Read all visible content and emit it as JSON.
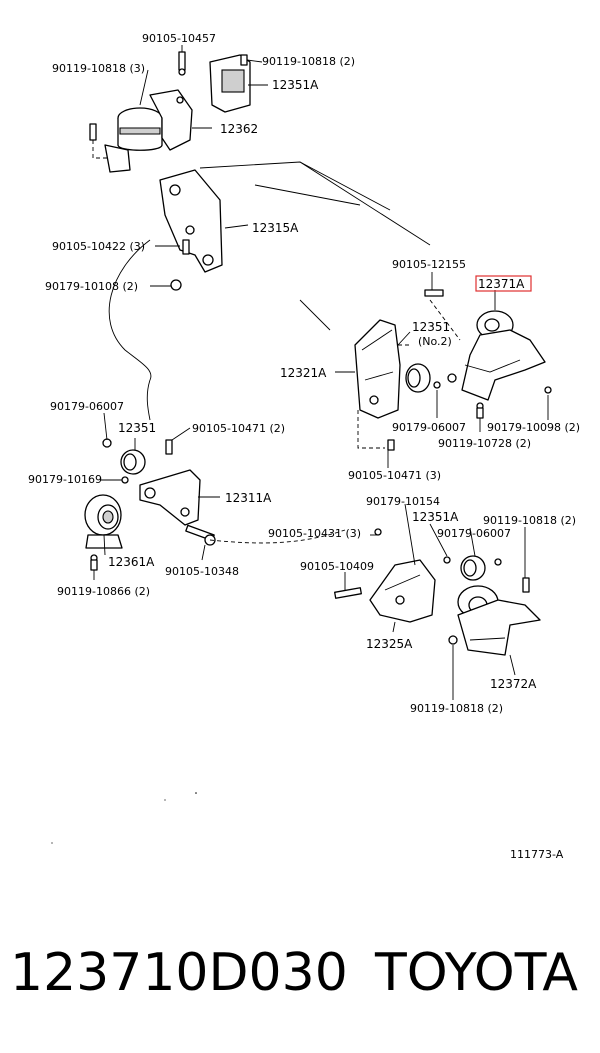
{
  "diagram": {
    "labels": {
      "l_90105_10457": "90105-10457",
      "l_90119_10818_a": "90119-10818 (3)",
      "l_90119_10818_b": "90119-10818 (2)",
      "l_12351A_top": "12351A",
      "l_12362": "12362",
      "l_12315A": "12315A",
      "l_90105_10422": "90105-10422 (3)",
      "l_90179_10108": "90179-10108 (2)",
      "l_90105_12155": "90105-12155",
      "l_12371A": "12371A",
      "l_12351_no2": "12351",
      "l_no2": "(No.2)",
      "l_12321A": "12321A",
      "l_90179_06007_r": "90179-06007",
      "l_90179_10098": "90179-10098 (2)",
      "l_90119_10728": "90119-10728 (2)",
      "l_90179_06007_l": "90179-06007",
      "l_12351_left": "12351",
      "l_90105_10471_a": "90105-10471 (2)",
      "l_90105_10471_b": "90105-10471 (3)",
      "l_90179_10169": "90179-10169",
      "l_12311A": "12311A",
      "l_90179_10154": "90179-10154",
      "l_12351A_low": "12351A",
      "l_90119_10818_c": "90119-10818 (2)",
      "l_90179_06007_b": "90179-06007",
      "l_90105_10431": "90105-10431 (3)",
      "l_12361A": "12361A",
      "l_90105_10348": "90105-10348",
      "l_90105_10409": "90105-10409",
      "l_90119_10866": "90119-10866 (2)",
      "l_12325A": "12325A",
      "l_12372A": "12372A",
      "l_90119_10818_d": "90119-10818 (2)",
      "l_111773": "111773-A"
    },
    "highlight_color": "#e03030"
  },
  "caption": {
    "part_number": "123710D030",
    "brand": "TOYOTA"
  }
}
